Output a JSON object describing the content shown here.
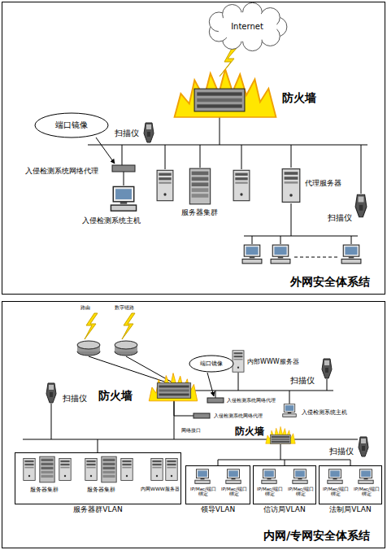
{
  "diagram": {
    "nodes": [
      {
        "text": [
          "外网安全体系结"
        ]
      },
      {
        "text": [
          "Internet"
        ],
        "in": 0
      },
      {
        "text": [
          "端口镜像"
        ],
        "in": 0
      },
      {
        "text": [
          "内网/专网安全体系结"
        ]
      },
      {
        "text": [
          "端口镜像"
        ],
        "in": 3
      },
      {
        "text": [
          "服务器群VLAN"
        ],
        "in": 3
      },
      {
        "text": [
          "领导VLAN"
        ],
        "in": 3
      },
      {
        "text": [
          "信访局VLAN"
        ],
        "in": 3
      },
      {
        "text": [
          "法制局VLAN"
        ],
        "in": 3
      }
    ],
    "labels": [
      "扫描仪",
      "防火墙",
      "入侵检测系统网络代理",
      "入侵检测系统主机",
      "服务器集群",
      "代理服务器",
      "扫描仪",
      "路由",
      "数字链路",
      "内部WWW服务器",
      "扫描仪",
      "防火墙",
      "入侵检测系统网络代理",
      "入侵检测系统网络代理",
      "入侵检测系统主机",
      "扫描仪",
      "网络接口",
      "防火墙",
      "扫描仪",
      "服务器集群",
      "服务器集群",
      "内网WWW服务器",
      "IP/Mac/端口绑定",
      "IP/Mac/端口绑定",
      "IP/Mac/端口绑定",
      "IP/Mac/端口绑定",
      "IP/Mac/端口绑定",
      "IP/Mac/端口绑定"
    ]
  }
}
